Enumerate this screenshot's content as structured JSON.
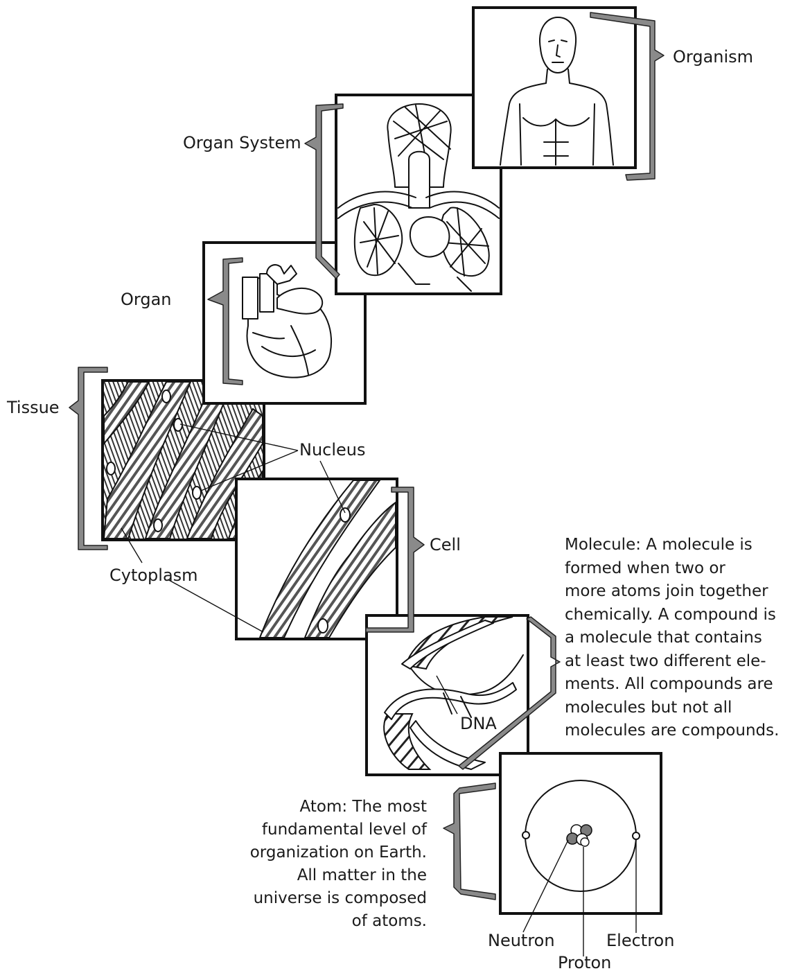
{
  "levels": {
    "organism": "Organism",
    "organ_system": "Organ System",
    "organ": "Organ",
    "tissue": "Tissue",
    "cell": "Cell"
  },
  "parts": {
    "nucleus": "Nucleus",
    "cytoplasm": "Cytoplasm",
    "dna": "DNA",
    "neutron": "Neutron",
    "proton": "Proton",
    "electron": "Electron"
  },
  "molecule_text": [
    "Molecule: A molecule is",
    "formed when two or",
    "more atoms join together",
    "chemically. A compound is",
    "a molecule that contains",
    "at least two different ele-",
    "ments. All compounds are",
    "molecules but not all",
    "molecules are compounds."
  ],
  "atom_text": [
    "Atom: The most",
    "fundamental level of",
    "organization on Earth.",
    "All matter in the",
    "universe is composed",
    "of atoms."
  ]
}
